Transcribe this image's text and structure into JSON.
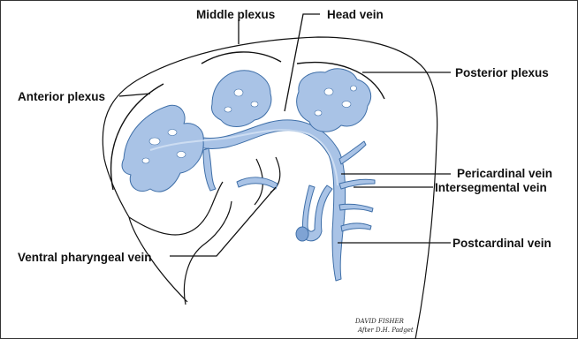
{
  "labels": {
    "middle_plexus": "Middle plexus",
    "head_vein": "Head vein",
    "anterior_plexus": "Anterior plexus",
    "posterior_plexus": "Posterior plexus",
    "pericardinal_vein": "Pericardinal vein",
    "intersegmental_vein": "Intersegmental vein",
    "postcardinal_vein": "Postcardinal vein",
    "ventral_pharyngeal_vein": "Ventral pharyngeal vein"
  },
  "signature": {
    "line1": "DAVID FISHER",
    "line2": "After D.H. Padget"
  },
  "colors": {
    "vein_fill": "#a9c3e6",
    "vein_stroke": "#3f6fa8",
    "vein_highlight": "#d6e4f5",
    "line": "#111111"
  }
}
